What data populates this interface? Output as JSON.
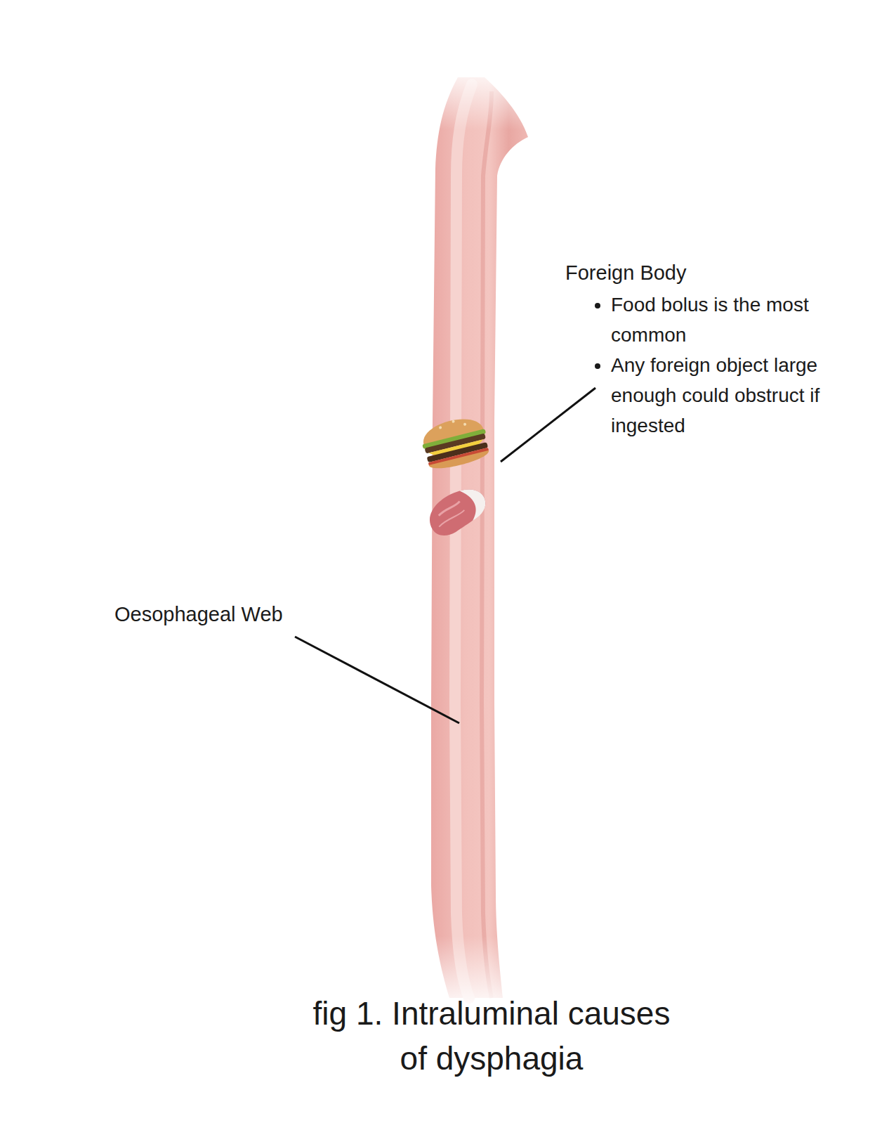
{
  "diagram": {
    "caption": "fig 1. Intraluminal causes of dysphagia",
    "labels": [
      "Foreign Body",
      "Food bolus is the most common",
      "Any foreign object large enough could obstruct if ingested",
      "Oesophageal Web"
    ]
  }
}
